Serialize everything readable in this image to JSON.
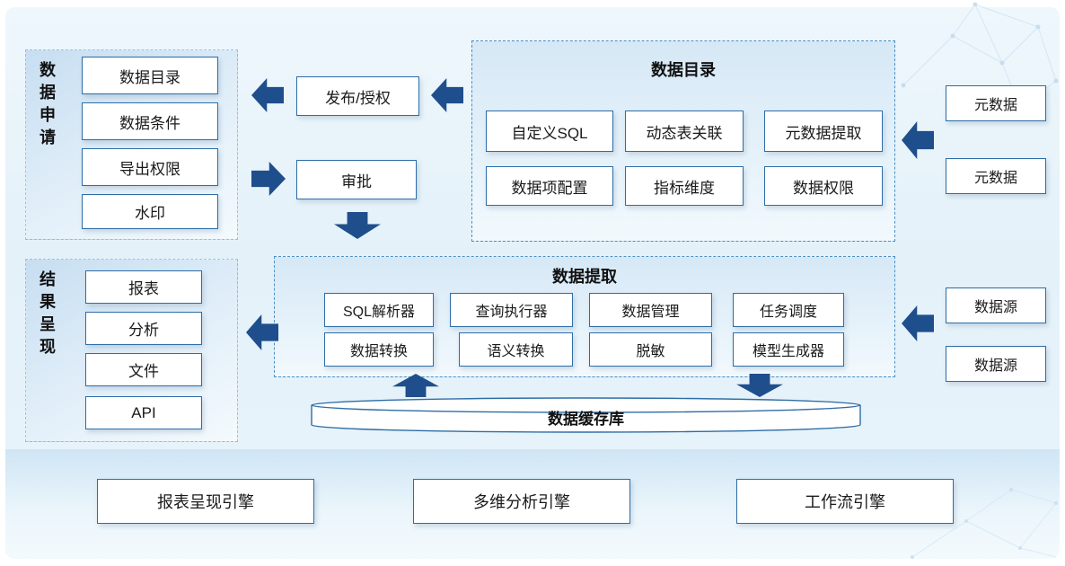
{
  "data_application": {
    "title": "数据申请",
    "items": [
      "数据目录",
      "数据条件",
      "导出权限",
      "水印"
    ]
  },
  "result_presentation": {
    "title": "结果呈现",
    "items": [
      "报表",
      "分析",
      "文件",
      "API"
    ]
  },
  "approval_flow": {
    "publish_label": "发布/授权",
    "approve_label": "审批"
  },
  "data_catalog": {
    "title": "数据目录",
    "row1": [
      "自定义SQL",
      "动态表关联",
      "元数据提取"
    ],
    "row2": [
      "数据项配置",
      "指标维度",
      "数据权限"
    ]
  },
  "data_extraction": {
    "title": "数据提取",
    "row1": [
      "SQL解析器",
      "查询执行器",
      "数据管理",
      "任务调度"
    ],
    "row2": [
      "数据转换",
      "语义转换",
      "脱敏",
      "模型生成器"
    ]
  },
  "external_sources": {
    "metadata_top": "元数据",
    "metadata_bottom": "元数据",
    "datasource_top": "数据源",
    "datasource_bottom": "数据源"
  },
  "cache": {
    "label": "数据缓存库"
  },
  "engines": {
    "report": "报表呈现引擎",
    "analysis": "多维分析引擎",
    "workflow": "工作流引擎"
  },
  "colors": {
    "arrow": "#1f4e8c",
    "box_border": "#2e6da6",
    "panel_border": "#4a90c4",
    "text": "#1a1a1a"
  }
}
